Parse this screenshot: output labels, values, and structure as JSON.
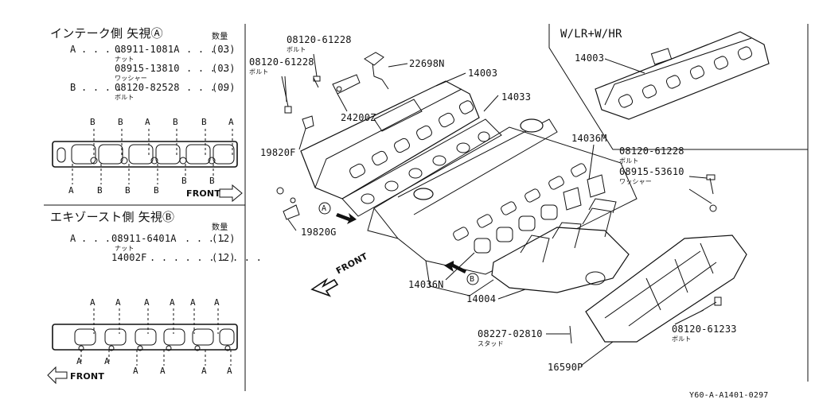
{
  "intake": {
    "title": "インテーク側 矢視Ⓐ",
    "qty_header": "数量",
    "parts": [
      {
        "ref": "A",
        "dots": ". . . .",
        "number": "08911-1081A",
        "dots2": ". . . .",
        "qty": "(03)",
        "note": "ナット"
      },
      {
        "ref": "",
        "dots": "",
        "number": "08915-13810",
        "dots2": ". . . .",
        "qty": "(03)",
        "note": "ワッシャー"
      },
      {
        "ref": "B",
        "dots": ". . . .",
        "number": "08120-82528",
        "dots2": ". . . .",
        "qty": "(09)",
        "note": "ボルト"
      }
    ],
    "top_pins": [
      "B",
      "B",
      "A",
      "B",
      "B",
      "A"
    ],
    "bottom_pins": [
      "A",
      "B",
      "B",
      "B",
      "B",
      "B"
    ],
    "front": "FRONT"
  },
  "exhaust": {
    "title": "エキゾースト側 矢視Ⓑ",
    "qty_header": "数量",
    "parts": [
      {
        "ref": "A",
        "dots": ". . . .",
        "number": "08911-6401A",
        "dots2": ". . . .",
        "qty": "(12)",
        "note": "ナット"
      },
      {
        "ref": "",
        "dots": "",
        "number": "14002F",
        "dots2": ". . . . . . . . . .",
        "qty": "(12)",
        "note": ""
      }
    ],
    "top_pins": [
      "A",
      "A",
      "A",
      "A",
      "A",
      "A"
    ],
    "bottom_pins": [
      "A",
      "A",
      "A",
      "A",
      "A",
      "A"
    ],
    "front": "FRONT"
  },
  "variant_label": "W/LR+W/HR",
  "main_front": "FRONT",
  "arrow_a": "A",
  "arrow_b": "B",
  "callouts": {
    "p08120_61228_left_top": "08120-61228",
    "p08120_61228_left_top_note": "ボルト",
    "p08120_61228_left": "08120-61228",
    "p08120_61228_left_note": "ボルト",
    "p22698N": "22698N",
    "p14003": "14003",
    "p14033": "14033",
    "p24200Z": "24200Z",
    "p19820F": "19820F",
    "p19820G": "19820G",
    "p14003_inset": "14003",
    "p14036M": "14036M",
    "p08120_61228_right": "08120-61228",
    "p08120_61228_right_note": "ボルト",
    "p08915_53610": "08915-53610",
    "p08915_53610_note": "ワッシャー",
    "p14036N": "14036N",
    "p14004": "14004",
    "p08227_02810": "08227-02810",
    "p08227_02810_note": "スタッド",
    "p08120_61233": "08120-61233",
    "p08120_61233_note": "ボルト",
    "p16590P": "16590P"
  },
  "footer_code": "Y60-A-A1401-0297"
}
